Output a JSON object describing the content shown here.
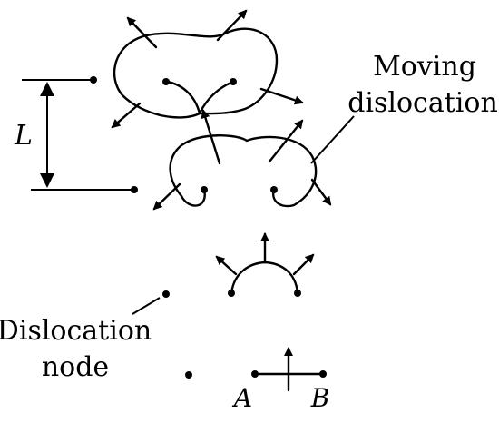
{
  "labels": {
    "moving_line1": "Moving",
    "moving_line2": "dislocation",
    "node_line1": "Dislocation",
    "node_line2": "node",
    "length": "L",
    "point_a": "A",
    "point_b": "B"
  }
}
